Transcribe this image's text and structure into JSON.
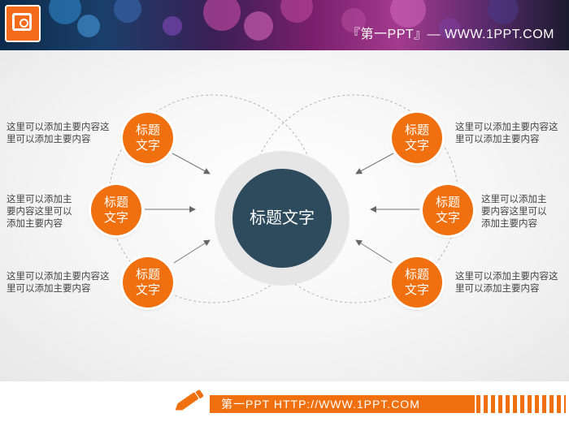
{
  "header": {
    "title": "『第一PPT』— WWW.1PPT.COM"
  },
  "diagram": {
    "center": "标题文字",
    "nodes": [
      {
        "label": "标题文字",
        "desc": "这里可以添加主要内容这里可以添加主要内容"
      },
      {
        "label": "标题文字",
        "desc": "这里可以添加主要内容这里可以添加主要内容"
      },
      {
        "label": "标题文字",
        "desc": "这里可以添加主要内容这里可以添加主要内容"
      },
      {
        "label": "标题文字",
        "desc": "这里可以添加主要内容这里可以添加主要内容"
      },
      {
        "label": "标题文字",
        "desc": "这里可以添加主要内容这里可以添加主要内容"
      },
      {
        "label": "标题文字",
        "desc": "这里可以添加主要内容这里可以添加主要内容"
      }
    ]
  },
  "footer": {
    "text": "第一PPT HTTP://WWW.1PPT.COM"
  },
  "colors": {
    "accent": "#f07010",
    "center": "#2d4b5c",
    "ring": "#e6e6e6"
  }
}
